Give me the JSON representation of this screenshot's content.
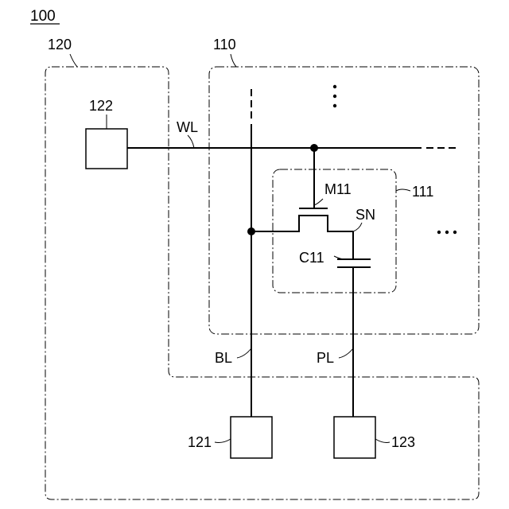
{
  "figure": {
    "number": "100",
    "regions": {
      "left_region": "120",
      "cell_array": "110",
      "memory_cell": "111"
    },
    "blocks": {
      "block_122": "122",
      "block_121": "121",
      "block_123": "123"
    },
    "signals": {
      "word_line": "WL",
      "bit_line": "BL",
      "plate_line": "PL",
      "storage_node": "SN"
    },
    "components": {
      "transistor": "M11",
      "capacitor": "C11"
    },
    "ellipsis_symbol": "⋯"
  }
}
